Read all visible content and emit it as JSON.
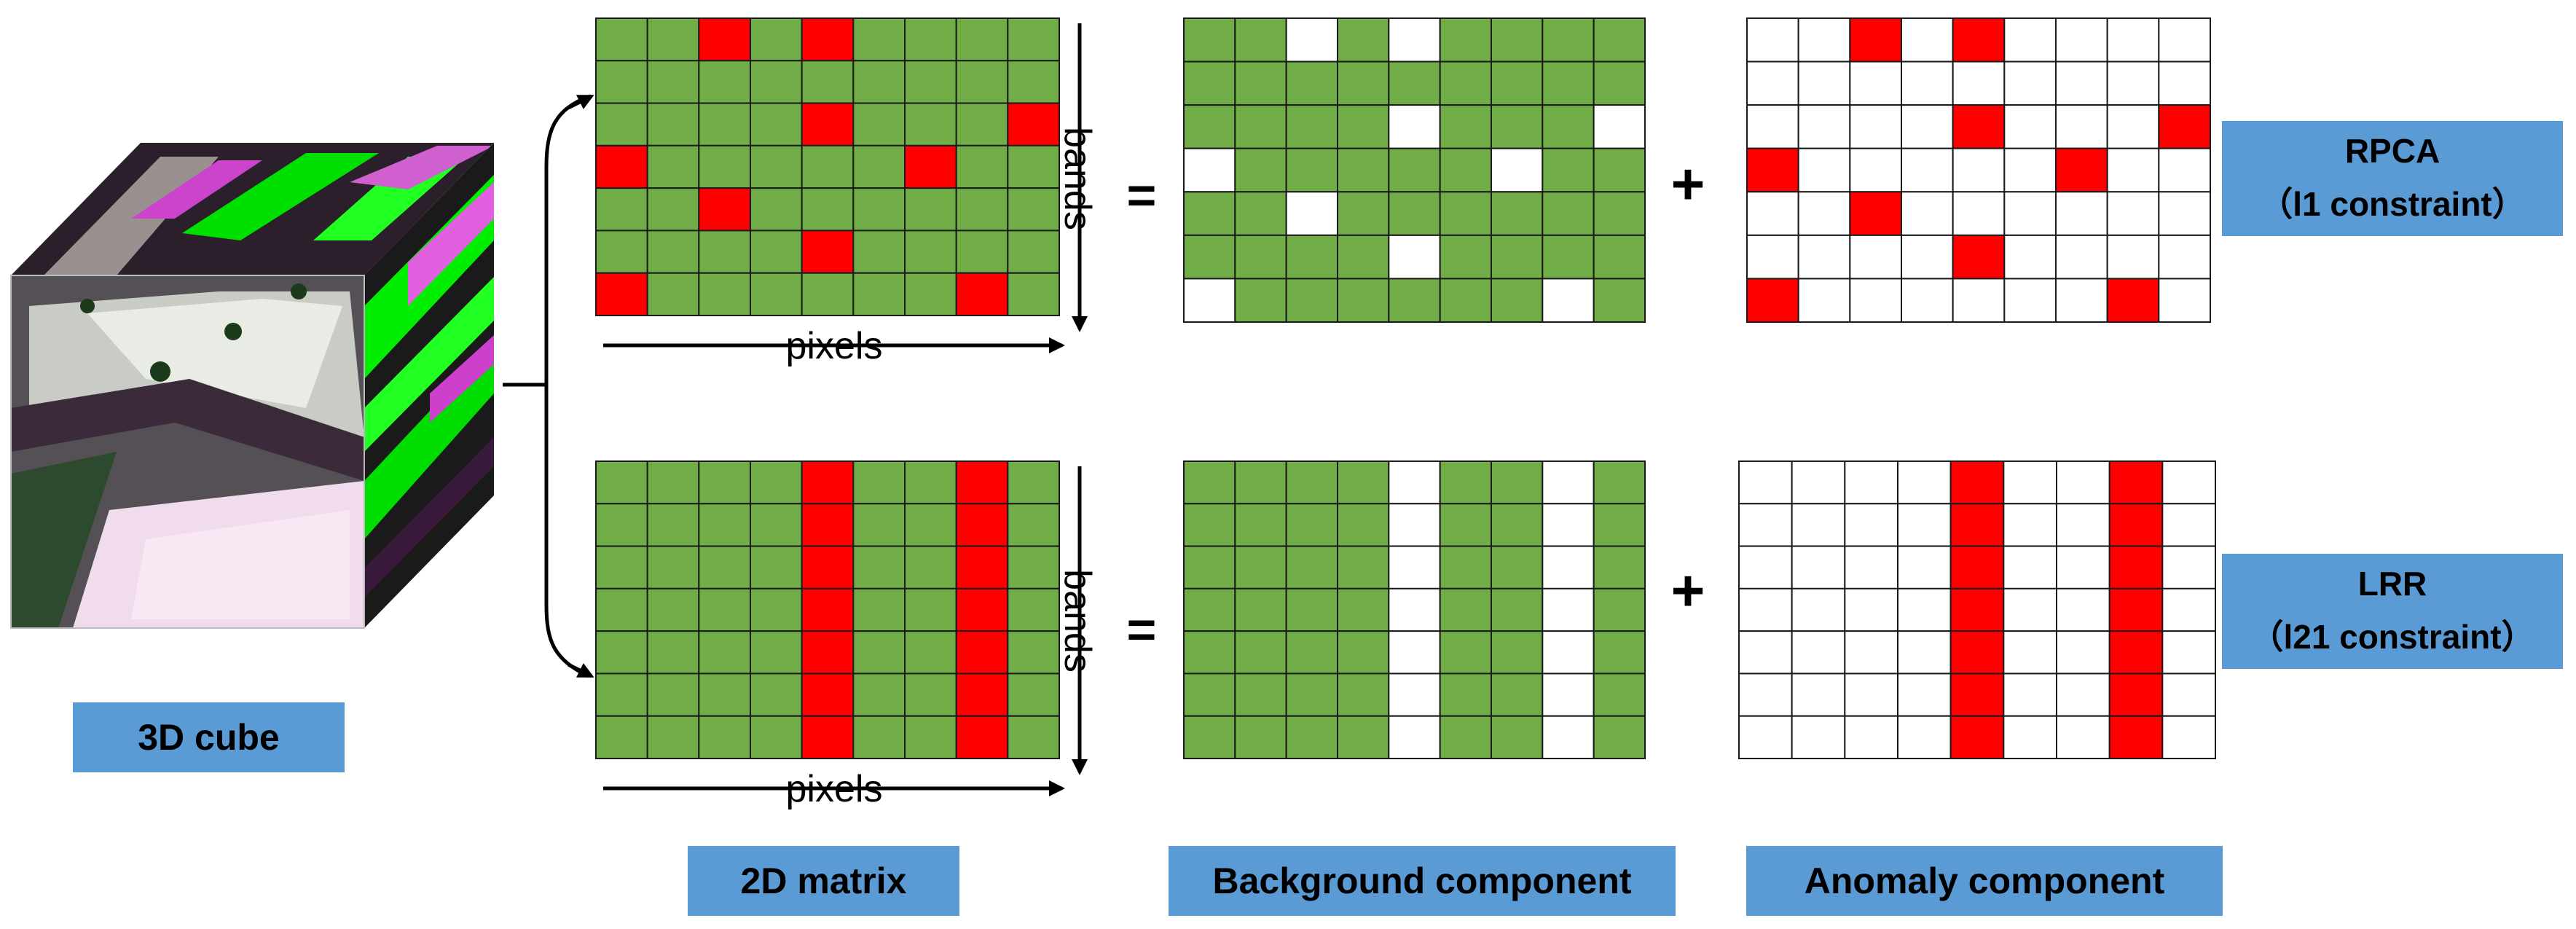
{
  "labels": {
    "cube": "3D cube",
    "matrix": "2D matrix",
    "background": "Background component",
    "anomaly": "Anomaly component",
    "rpca_title": "RPCA",
    "rpca_sub": "（l1 constraint）",
    "lrr_title": "LRR",
    "lrr_sub": "（l21 constraint）",
    "pixels": "pixels",
    "bands": "bands",
    "equals": "=",
    "plus": "+"
  },
  "colors": {
    "green": "#70ad47",
    "red": "#ff0000",
    "white": "#ffffff",
    "label_box": "#5b9bd5"
  },
  "grids": {
    "rows": 7,
    "cols": 9,
    "rpca_anomaly_cells": [
      [
        0,
        2
      ],
      [
        0,
        4
      ],
      [
        2,
        4
      ],
      [
        2,
        8
      ],
      [
        3,
        0
      ],
      [
        3,
        6
      ],
      [
        4,
        2
      ],
      [
        5,
        4
      ],
      [
        6,
        0
      ],
      [
        6,
        7
      ]
    ],
    "lrr_anomaly_columns": [
      4,
      7
    ]
  }
}
